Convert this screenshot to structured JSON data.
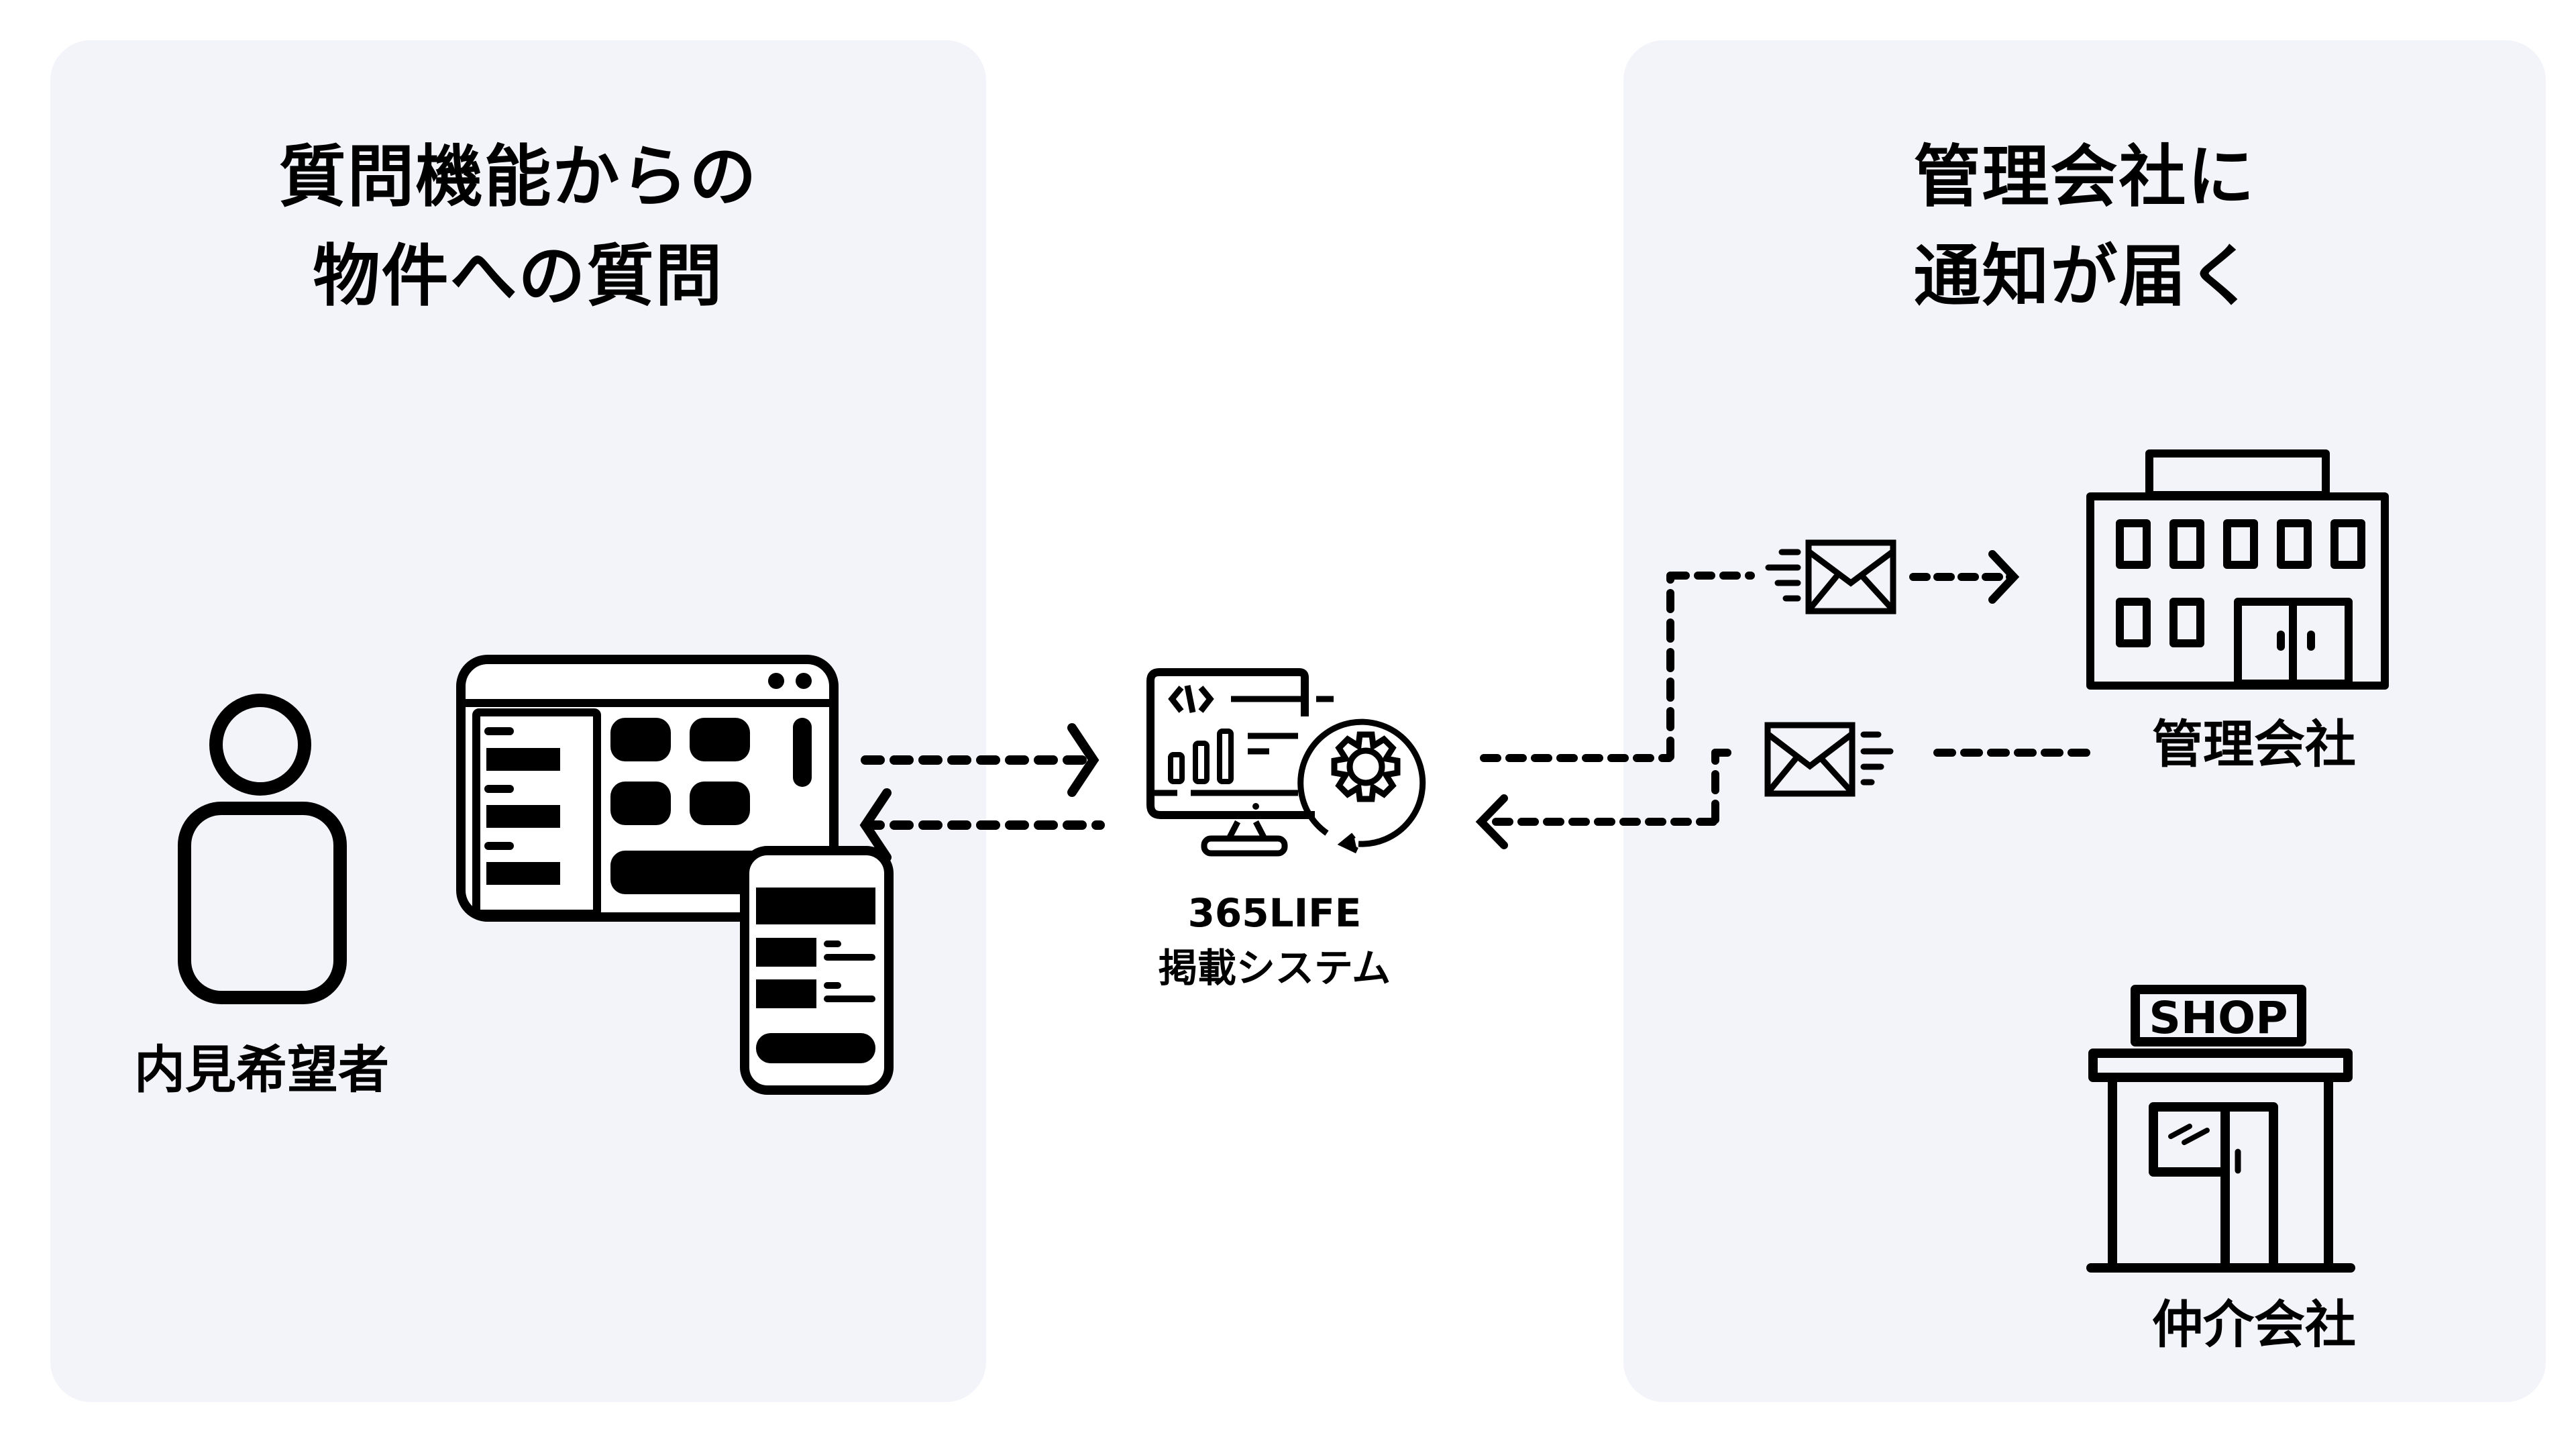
{
  "panels": {
    "left": {
      "title": "質問機能からの\n物件への質問",
      "actor_label": "内見希望者"
    },
    "right": {
      "title": "管理会社に\n通知が届く",
      "management_label": "管理会社",
      "broker_label": "仲介会社",
      "shop_sign": "SHOP"
    }
  },
  "center": {
    "system_label": "365LIFE\n掲載システム"
  },
  "icons": {
    "person": "person-icon",
    "browser": "browser-window-icon",
    "smartphone": "smartphone-icon",
    "system": "monitor-gear-icon",
    "mail_out": "sending-mail-icon",
    "mail_in": "incoming-mail-icon",
    "building": "office-building-icon",
    "shop": "shop-storefront-icon"
  },
  "colors": {
    "panel_bg": "#f3f4fa",
    "page_bg": "#ffffff",
    "stroke": "#000000"
  },
  "flows": [
    {
      "from": "内見希望者",
      "to": "365LIFE 掲載システム",
      "direction": "right"
    },
    {
      "from": "365LIFE 掲載システム",
      "to": "内見希望者",
      "direction": "left"
    },
    {
      "from": "365LIFE 掲載システム",
      "to": "管理会社",
      "via": "mail",
      "direction": "right"
    },
    {
      "from": "管理会社",
      "to": "365LIFE 掲載システム",
      "via": "mail",
      "direction": "left"
    }
  ]
}
